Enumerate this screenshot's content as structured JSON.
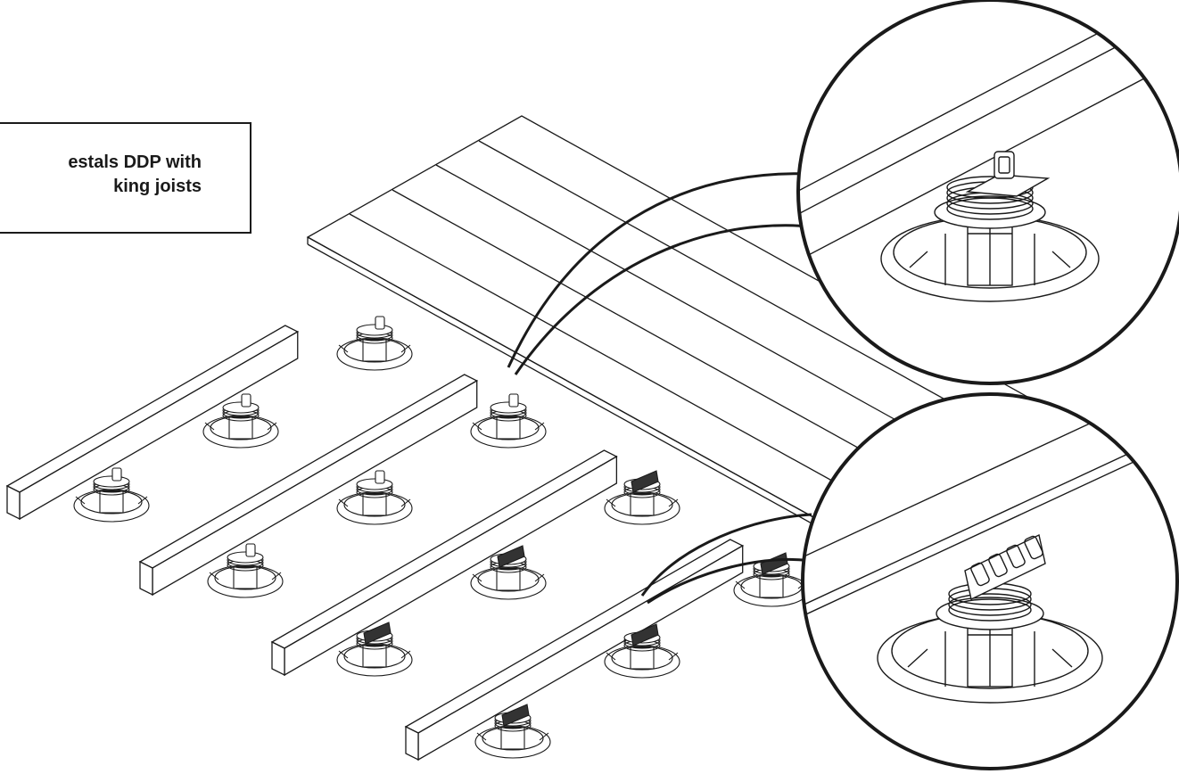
{
  "caption": {
    "line1": "estals DDP with",
    "line2": "king joists"
  },
  "colors": {
    "line": "#1a1a1a",
    "fill": "#ffffff",
    "detail": "#2b2b2b"
  },
  "callouts": [
    {
      "name": "detail-callout-top",
      "connector": "tab-pad-connector"
    },
    {
      "name": "detail-callout-bottom",
      "connector": "clip-connector"
    }
  ]
}
